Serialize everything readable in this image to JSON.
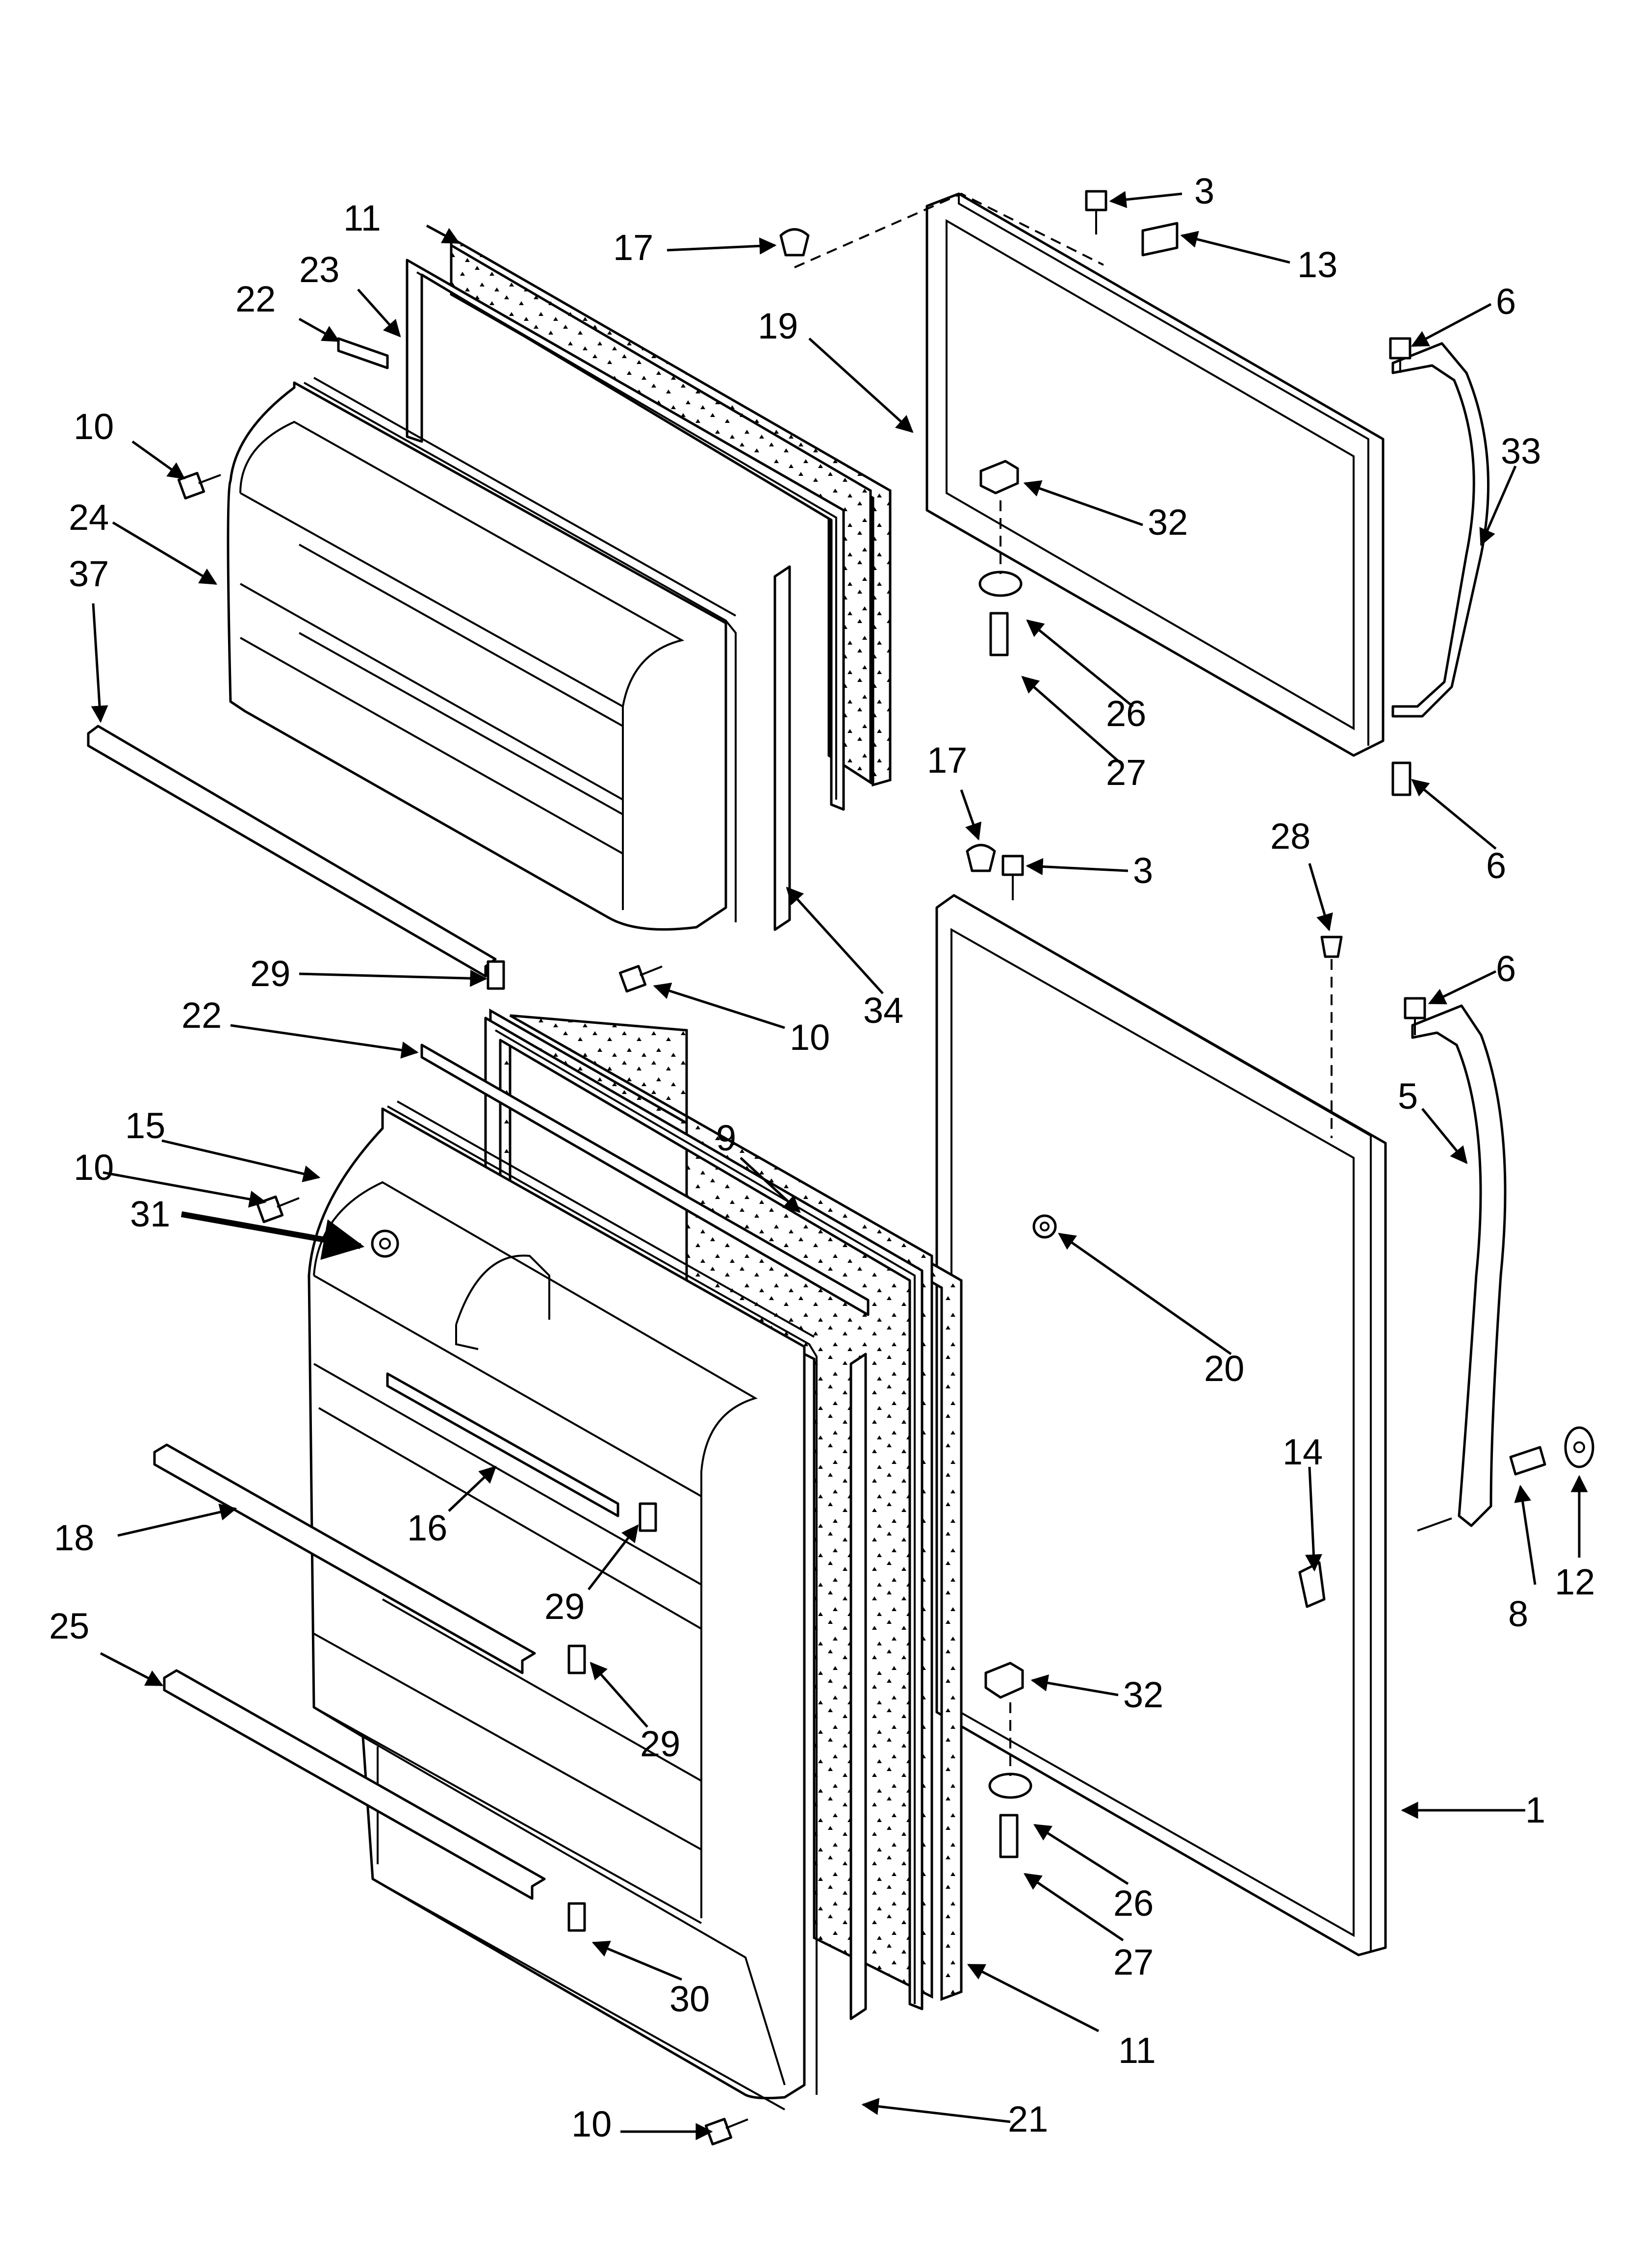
{
  "diagram": {
    "callouts": [
      {
        "id": "c-11a",
        "text": "11"
      },
      {
        "id": "c-23",
        "text": "23"
      },
      {
        "id": "c-22a",
        "text": "22"
      },
      {
        "id": "c-10a",
        "text": "10"
      },
      {
        "id": "c-24",
        "text": "24"
      },
      {
        "id": "c-37",
        "text": "37"
      },
      {
        "id": "c-29a",
        "text": "29"
      },
      {
        "id": "c-10b",
        "text": "10"
      },
      {
        "id": "c-34",
        "text": "34"
      },
      {
        "id": "c-17a",
        "text": "17"
      },
      {
        "id": "c-19",
        "text": "19"
      },
      {
        "id": "c-3a",
        "text": "3"
      },
      {
        "id": "c-13",
        "text": "13"
      },
      {
        "id": "c-6a",
        "text": "6"
      },
      {
        "id": "c-33",
        "text": "33"
      },
      {
        "id": "c-32a",
        "text": "32"
      },
      {
        "id": "c-26a",
        "text": "26"
      },
      {
        "id": "c-27a",
        "text": "27"
      },
      {
        "id": "c-6b",
        "text": "6"
      },
      {
        "id": "c-17b",
        "text": "17"
      },
      {
        "id": "c-3b",
        "text": "3"
      },
      {
        "id": "c-28",
        "text": "28"
      },
      {
        "id": "c-6c",
        "text": "6"
      },
      {
        "id": "c-5",
        "text": "5"
      },
      {
        "id": "c-22b",
        "text": "22"
      },
      {
        "id": "c-9",
        "text": "9"
      },
      {
        "id": "c-10c",
        "text": "10"
      },
      {
        "id": "c-15",
        "text": "15"
      },
      {
        "id": "c-31",
        "text": "31"
      },
      {
        "id": "c-20",
        "text": "20"
      },
      {
        "id": "c-18",
        "text": "18"
      },
      {
        "id": "c-16",
        "text": "16"
      },
      {
        "id": "c-29b",
        "text": "29"
      },
      {
        "id": "c-14",
        "text": "14"
      },
      {
        "id": "c-8",
        "text": "8"
      },
      {
        "id": "c-12",
        "text": "12"
      },
      {
        "id": "c-25",
        "text": "25"
      },
      {
        "id": "c-29c",
        "text": "29"
      },
      {
        "id": "c-32b",
        "text": "32"
      },
      {
        "id": "c-1",
        "text": "1"
      },
      {
        "id": "c-26b",
        "text": "26"
      },
      {
        "id": "c-27b",
        "text": "27"
      },
      {
        "id": "c-30",
        "text": "30"
      },
      {
        "id": "c-11b",
        "text": "11"
      },
      {
        "id": "c-10d",
        "text": "10"
      },
      {
        "id": "c-21",
        "text": "21"
      }
    ]
  }
}
